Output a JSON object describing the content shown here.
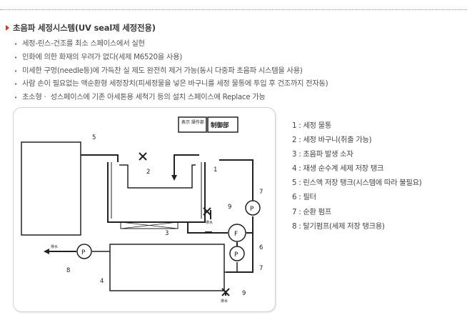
{
  "section": {
    "title": "초음파 세정시스템(UV seal제 세정전용)",
    "features": [
      "세정-린스-건조를 최소 스페이스에서 실현",
      "인화에 의한 화재의 우려가 없다(세제 M6520을 사용)",
      "미세한 구멍(needle등)에 가득찬 실 제도 완전히 제거 가능(동시 다중파 초음파 시스템을 사용)",
      "사람 손이 필요없는 액순환형 세정장치(피세정물을 넣은 바구니를 세정 물통에 투입 후 건조까지 전자동)",
      "초소형ㆍ 성스페이스에 기존 아세톤용 세척기 등의 설치 스페이스에 Replace 가능"
    ]
  },
  "diagram": {
    "panel_labels": [
      "表示\n操作部",
      "制御部"
    ],
    "numbers": [
      "1",
      "2",
      "3",
      "4",
      "5",
      "6",
      "7",
      "7",
      "8",
      "9",
      "9"
    ],
    "small_labels": [
      "排水",
      "排水",
      "排水"
    ]
  },
  "legend": [
    "1 : 세정 물통",
    "2 : 세정 바구니(취출 가능)",
    "3 : 초음파 발생 소자",
    "4 : 재생 순수계 세제 저장 탱크",
    "5 : 린스액 저장 탱크(시스템에 따라 불필요)",
    "6 : 필터",
    "7 : 순환 펌프",
    "8 : 탈기펌프(세제 저장 탱크용)"
  ]
}
